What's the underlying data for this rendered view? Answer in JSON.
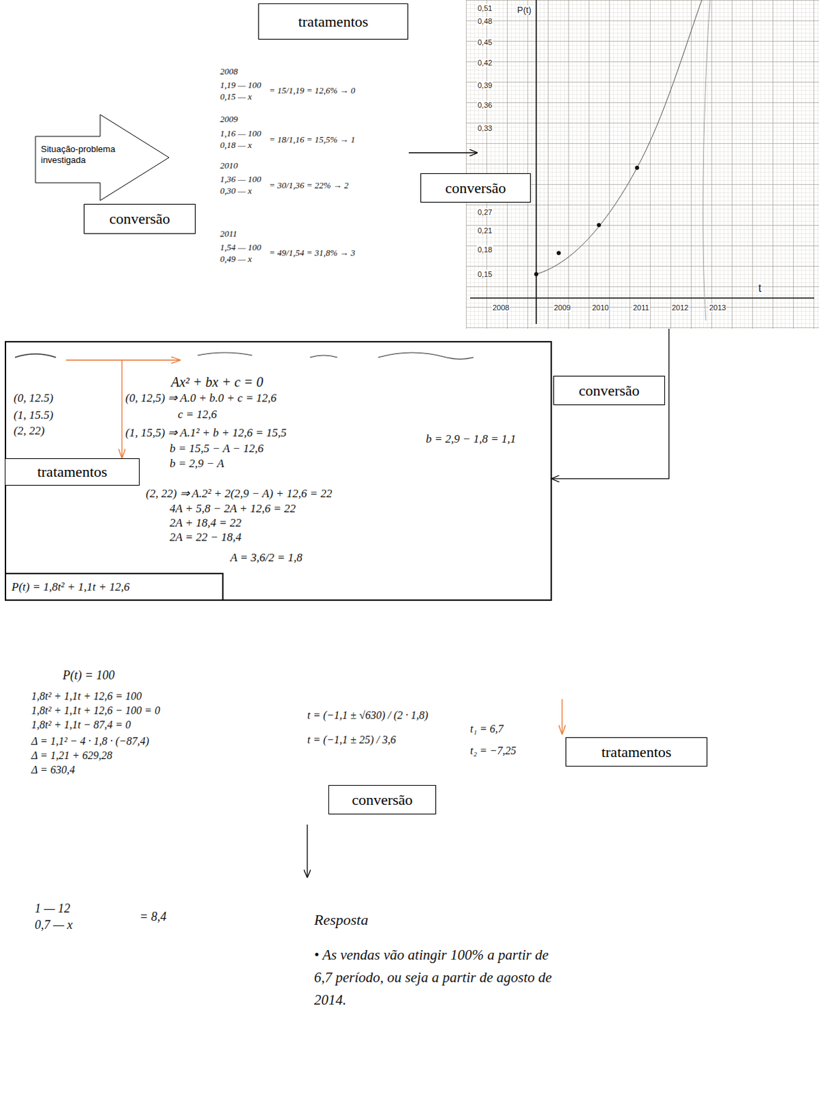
{
  "diagram": {
    "nodes": [
      {
        "text": [
          "tratamentos"
        ]
      },
      {
        "text": [
          "Situação-problema investigada"
        ]
      },
      {
        "text": [
          "conversão"
        ]
      },
      {
        "text": [
          "conversão"
        ]
      },
      {
        "text": [
          "P(t)",
          "t",
          "0,51",
          "0,48",
          "0,45",
          "0,42",
          "0,39",
          "0,36",
          "0,33",
          "0,27",
          "0,21",
          "0,18",
          "0,15",
          "2008",
          "2009",
          "2010",
          "2011",
          "2012",
          "2013"
        ]
      },
      {
        "text": [
          "Ax² + bx + c = 0",
          "(0, 12.5)",
          "(1, 15.5)",
          "(2, 22)",
          "(0, 12,5) ⇒ A.0 + b.0 + c = 12,6",
          "c = 12,6",
          "(1, 15,5) ⇒ A.1² + b + 12,6 = 15,5",
          "b = 15,5 − A − 12,6",
          "b = 2,9 − A",
          "b = 2,9 − 1,8 = 1,1",
          "(2, 22) ⇒ A.2² + 2(2,9 − A) + 12,6 = 22",
          "4A + 5,8 − 2A + 12,6 = 22",
          "2A + 18,4 = 22",
          "2A = 22 − 18,4",
          "A = 3,6/2 = 1,8"
        ]
      },
      {
        "text": [
          "tratamentos"
        ],
        "in": 5
      },
      {
        "text": [
          "P(t) = 1,8t² + 1,1t + 12,6"
        ],
        "in": 5
      },
      {
        "text": [
          "conversão"
        ]
      },
      {
        "text": [
          "tratamentos"
        ]
      },
      {
        "text": [
          "conversão"
        ]
      }
    ],
    "edges": [
      {
        "from": 4,
        "to": 5,
        "arrow": "to"
      }
    ],
    "labels": [
      "2008",
      "1,19 — 100",
      "0,15 — x",
      "= 15/1,19 = 12,6% → 0",
      "2009",
      "1,16 — 100",
      "0,18 — x",
      "= 18/1,16 = 15,5% → 1",
      "2010",
      "1,36 — 100",
      "0,30 — x",
      "= 30/1,36 = 22% → 2",
      "2011",
      "1,54 — 100",
      "0,49 — x",
      "= 49/1,54 = 31,8% → 3",
      "P(t) = 100",
      "1,8t² + 1,1t + 12,6 = 100",
      "1,8t² + 1,1t + 12,6 − 100 = 0",
      "1,8t² + 1,1t − 87,4 = 0",
      "Δ = 1,1² − 4 · 1,8 · (−87,4)",
      "Δ = 1,21 + 629,28",
      "Δ = 630,4",
      "t = (−1,1 ± √630) / (2 · 1,8)",
      "t = (−1,1 ± 25) / 3,6",
      "t₁ = 6,7",
      "t₂ = −7,25",
      "1 — 12",
      "0,7 — x",
      "= 8,4",
      "Resposta",
      "• As vendas vão atingir 100% a partir de 6,7 período, ou seja a partir de agosto de 2014."
    ]
  }
}
